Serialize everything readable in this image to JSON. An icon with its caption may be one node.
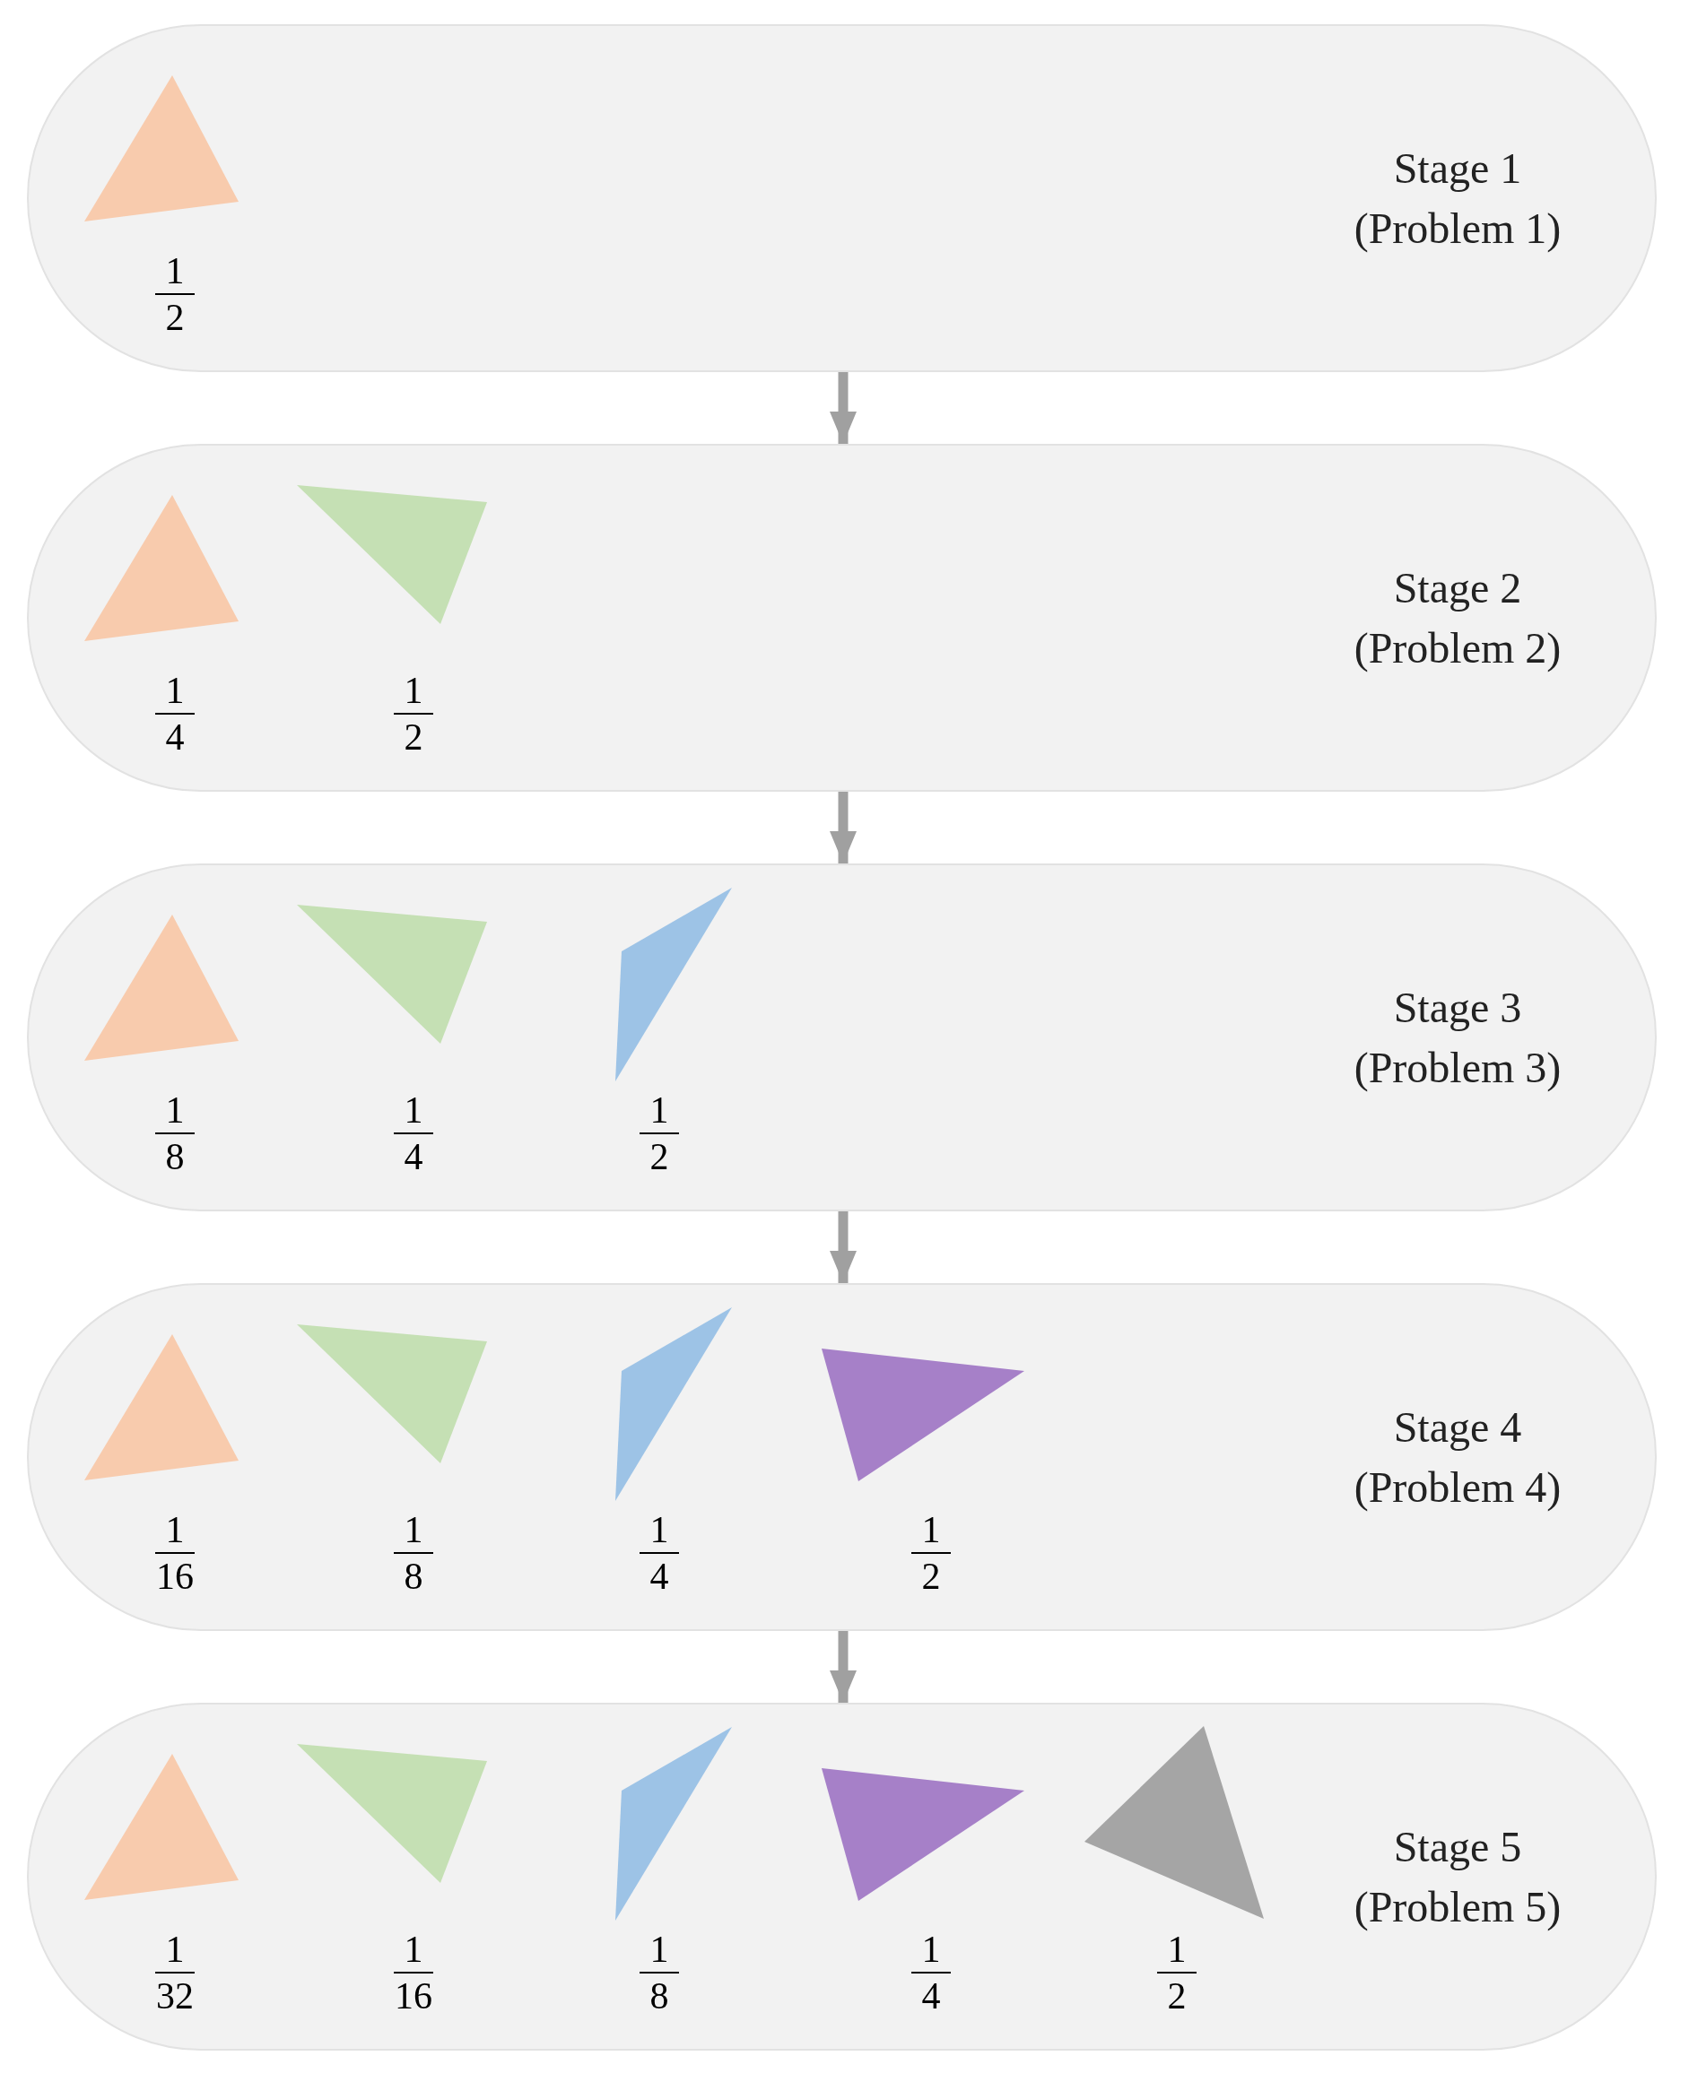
{
  "diagram": {
    "nodes": [
      {
        "text": [
          "Stage 1 (Problem 1)"
        ]
      },
      {
        "text": [],
        "shape": "triangle",
        "in": 0,
        "beside": [
          "1",
          "2"
        ]
      },
      {
        "text": [
          "Stage 2 (Problem 2)"
        ]
      },
      {
        "text": [],
        "shape": "triangle",
        "in": 2,
        "beside": [
          "1",
          "4"
        ]
      },
      {
        "text": [],
        "shape": "triangle",
        "in": 2,
        "beside": [
          "1",
          "2"
        ]
      },
      {
        "text": [
          "Stage 3 (Problem 3)"
        ]
      },
      {
        "text": [],
        "shape": "triangle",
        "in": 5,
        "beside": [
          "1",
          "8"
        ]
      },
      {
        "text": [],
        "shape": "triangle",
        "in": 5,
        "beside": [
          "1",
          "4"
        ]
      },
      {
        "text": [],
        "shape": "triangle",
        "in": 5,
        "beside": [
          "1",
          "2"
        ]
      },
      {
        "text": [
          "Stage 4 (Problem 4)"
        ]
      },
      {
        "text": [],
        "shape": "triangle",
        "in": 9,
        "beside": [
          "1",
          "16"
        ]
      },
      {
        "text": [],
        "shape": "triangle",
        "in": 9,
        "beside": [
          "1",
          "8"
        ]
      },
      {
        "text": [],
        "shape": "triangle",
        "in": 9,
        "beside": [
          "1",
          "4"
        ]
      },
      {
        "text": [],
        "shape": "triangle",
        "in": 9,
        "beside": [
          "1",
          "2"
        ]
      },
      {
        "text": [
          "Stage 5 (Problem 5)"
        ]
      },
      {
        "text": [],
        "shape": "triangle",
        "in": 14,
        "beside": [
          "1",
          "32"
        ]
      },
      {
        "text": [],
        "shape": "triangle",
        "in": 14,
        "beside": [
          "1",
          "16"
        ]
      },
      {
        "text": [],
        "shape": "triangle",
        "in": 14,
        "beside": [
          "1",
          "8"
        ]
      },
      {
        "text": [],
        "shape": "triangle",
        "in": 14,
        "beside": [
          "1",
          "4"
        ]
      },
      {
        "text": [],
        "shape": "triangle",
        "in": 14,
        "beside": [
          "1",
          "2"
        ]
      }
    ],
    "edges": [
      {
        "from": 0,
        "to": 2,
        "arrow": "to"
      },
      {
        "from": 2,
        "to": 5,
        "arrow": "to"
      },
      {
        "from": 5,
        "to": 9,
        "arrow": "to"
      },
      {
        "from": 9,
        "to": 14,
        "arrow": "to"
      }
    ]
  }
}
